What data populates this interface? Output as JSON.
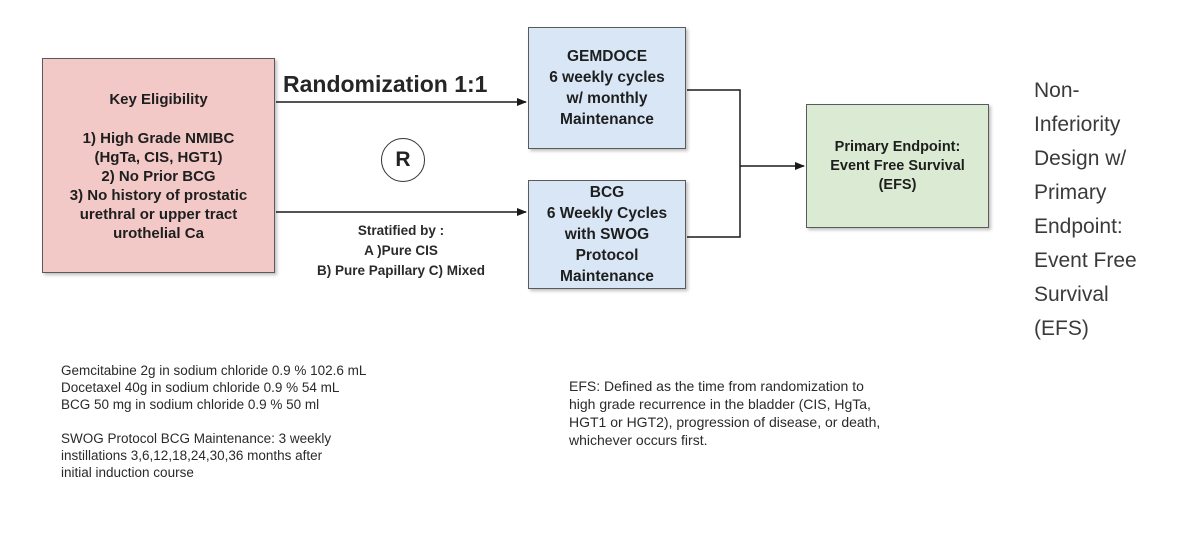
{
  "colors": {
    "eligibility_fill": "#f2c9c7",
    "arm_fill": "#d8e6f5",
    "endpoint_fill": "#dbebd3",
    "connector": "#1a1a1a"
  },
  "eligibility": {
    "title": "Key Eligibility",
    "lines": [
      "1) High Grade NMIBC",
      "(HgTa, CIS, HGT1)",
      "2) No Prior BCG",
      "3) No history of prostatic",
      "urethral or upper tract",
      "urothelial Ca"
    ]
  },
  "randomization_label": "Randomization 1:1",
  "randomization_symbol": "R",
  "stratification": {
    "title": "Stratified by :",
    "lines": [
      "A )Pure CIS",
      "B) Pure Papillary C) Mixed"
    ]
  },
  "arm_gemdoce": {
    "lines": [
      "GEMDOCE",
      "6 weekly cycles",
      "w/ monthly",
      "Maintenance"
    ]
  },
  "arm_bcg": {
    "lines": [
      "BCG",
      "6 Weekly Cycles",
      "with SWOG",
      "Protocol",
      "Maintenance"
    ]
  },
  "endpoint_box": {
    "lines": [
      "Primary Endpoint:",
      "Event Free Survival",
      "(EFS)"
    ]
  },
  "side_note": {
    "lines": [
      "Non-",
      "Inferiority",
      "Design w/",
      "Primary",
      "Endpoint:",
      "Event Free",
      "Survival",
      "(EFS)"
    ]
  },
  "drug_notes": {
    "doses": [
      "Gemcitabine 2g in sodium chloride 0.9 % 102.6 mL",
      "Docetaxel 40g in sodium chloride 0.9 % 54 mL",
      "BCG 50 mg in sodium chloride 0.9 % 50 ml"
    ],
    "maintenance": [
      "SWOG Protocol BCG Maintenance: 3 weekly",
      "instillations 3,6,12,18,24,30,36 months after",
      "initial induction course"
    ]
  },
  "efs_definition": {
    "lines": [
      "EFS: Defined as the time from randomization to",
      "high grade recurrence in the bladder (CIS, HgTa,",
      "HGT1 or HGT2), progression of disease, or death,",
      "whichever occurs first."
    ]
  }
}
